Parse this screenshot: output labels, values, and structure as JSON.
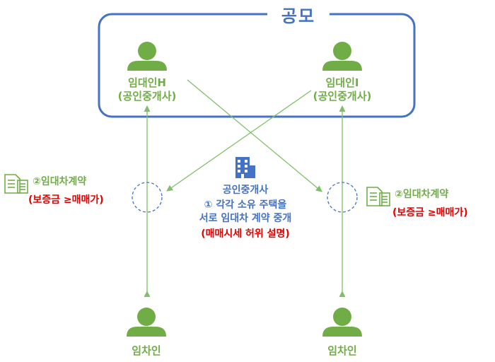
{
  "group": {
    "title": "공모"
  },
  "lessor_h": {
    "name": "임대인H",
    "role": "(공인중개사)"
  },
  "lessor_i": {
    "name": "임대인I",
    "role": "(공인중개사)"
  },
  "broker": {
    "label": "공인중개사",
    "step1_line1": "① 각각 소유 주택을",
    "step1_line2": "서로 임대차 계약 중개",
    "step1_note": "(매매시세 허위 설명)"
  },
  "contract_left": {
    "label": "②임대차계약",
    "note": "(보증금 ≥매매가)"
  },
  "contract_right": {
    "label": "②임대차계약",
    "note": "(보증금 ≥매매가)"
  },
  "tenant_left": {
    "name": "임차인"
  },
  "tenant_right": {
    "name": "임차인"
  },
  "colors": {
    "green": "#70ad47",
    "blue": "#4472c4",
    "red": "#e60000",
    "lines": "#7fbf6a"
  },
  "icons": [
    "person-icon",
    "building-icon",
    "document-icon"
  ]
}
